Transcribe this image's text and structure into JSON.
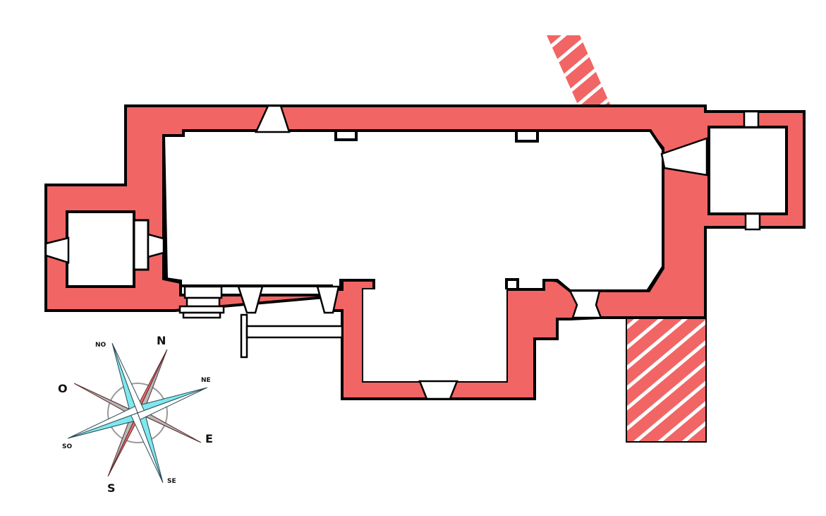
{
  "colors": {
    "wall": "#f26565",
    "outline": "#000000",
    "interior": "#ffffff",
    "compass_cardinal": "#7fe8ee",
    "compass_intercardinal": "#ee6b6b",
    "compass_minor": "#b3b3b3"
  },
  "compass": {
    "north": "N",
    "east": "E",
    "south": "S",
    "west": "O",
    "northeast": "NE",
    "southeast": "SE",
    "southwest": "SO",
    "northwest": "NO"
  },
  "plan": {
    "hatched_areas": [
      "north-east-foundation",
      "south-east-foundation"
    ],
    "icons": [
      "compass-rose-icon"
    ]
  }
}
